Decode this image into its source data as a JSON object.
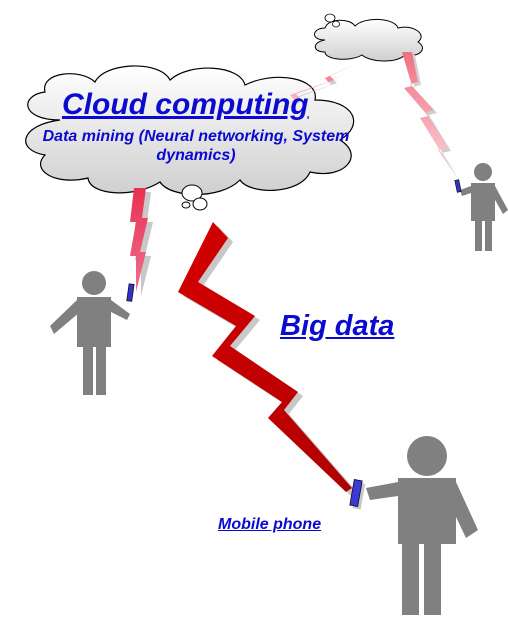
{
  "diagram": {
    "cloud_title": "Cloud computing",
    "cloud_subtitle": "Data mining (Neural networking, System dynamics)",
    "big_data_label": "Big data",
    "mobile_phone_label": "Mobile phone"
  },
  "colors": {
    "label_blue": "#0a0ad0",
    "person_gray": "#808080",
    "bolt_dark_red": "#c80000",
    "bolt_red": "#e8405a",
    "bolt_pink": "#f0a0b0",
    "phone_blue": "#3333cc"
  }
}
